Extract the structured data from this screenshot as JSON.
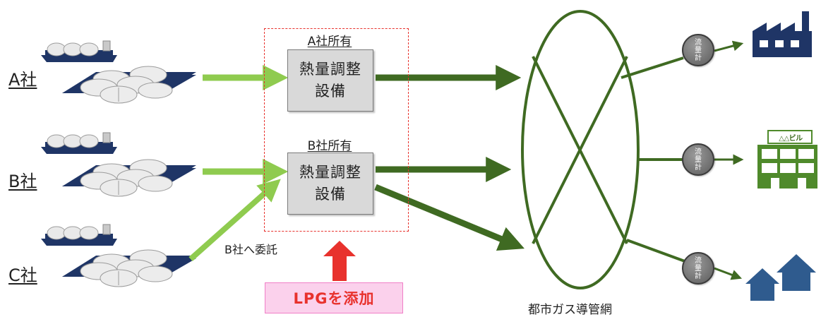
{
  "companies": [
    {
      "label": "A社"
    },
    {
      "label": "B社"
    },
    {
      "label": "C社"
    }
  ],
  "facilities": [
    {
      "owner": "A社所有",
      "line1": "熱量調整",
      "line2": "設備"
    },
    {
      "owner": "B社所有",
      "line1": "熱量調整",
      "line2": "設備"
    }
  ],
  "delegation_label": "B社へ委託",
  "lpg_label": "LPGを添加",
  "network_label": "都市ガス導管網",
  "meters": [
    {
      "c1": "流",
      "c2": "量",
      "c3": "計"
    },
    {
      "c1": "流",
      "c2": "量",
      "c3": "計"
    },
    {
      "c1": "流",
      "c2": "量",
      "c3": "計"
    }
  ],
  "consumers": [
    {
      "type": "factory-icon"
    },
    {
      "type": "office-building-icon",
      "sign": "△△ビル"
    },
    {
      "type": "houses-icon"
    }
  ],
  "colors": {
    "light_green": "#8fcb4f",
    "dark_green": "#3f6a22",
    "navy": "#1f3566",
    "red": "#e8322d",
    "lpg_pink": "#fbd1ec",
    "consumer_blue": "#2f5b8e",
    "consumer_green": "#4f8a2b"
  }
}
